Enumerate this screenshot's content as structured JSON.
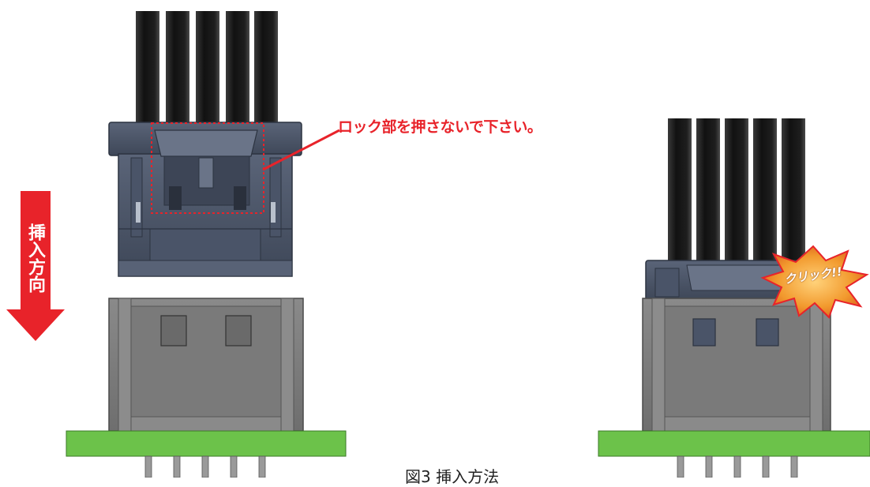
{
  "callout": {
    "text": "ロック部を押さないで下さい。"
  },
  "insertion_direction": {
    "label": "挿入方向"
  },
  "click_burst": {
    "label": "クリック!!"
  },
  "caption": {
    "text": "図3  挿入方法"
  },
  "colors": {
    "cable": "#1b1b1b",
    "plug_housing": "#4a5468",
    "receptacle_housing": "#7e7e7e",
    "pcb": "#6cc24a",
    "pins": "#9a9a9a",
    "arrow_red": "#e8232a",
    "callout_red": "#e8232a",
    "burst_fill": "#f08a1c",
    "burst_outline": "#e8232a"
  }
}
